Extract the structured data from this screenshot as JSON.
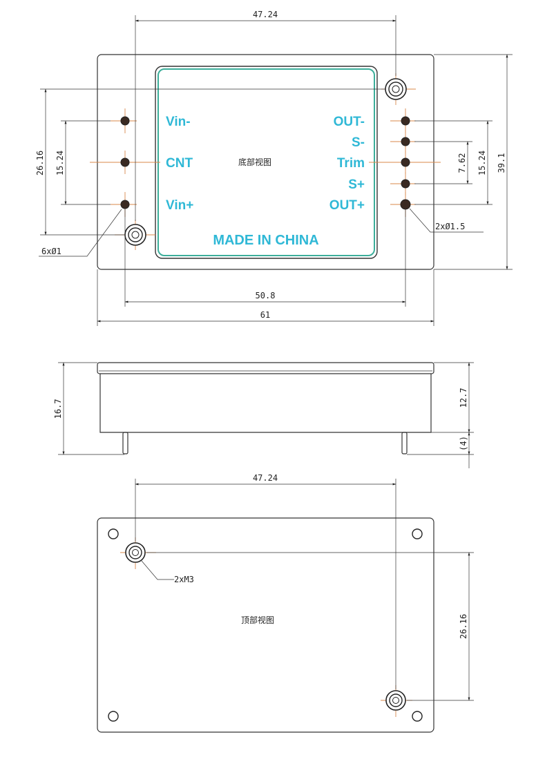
{
  "bottom_view": {
    "label": "底部视图",
    "pins_left": [
      "Vin-",
      "CNT",
      "Vin+"
    ],
    "pins_right": [
      "OUT-",
      "S-",
      "Trim",
      "S+",
      "OUT+"
    ],
    "made_in": "MADE IN CHINA",
    "dims": {
      "top_width": "47.24",
      "left_outer": "26.16",
      "left_inner": "15.24",
      "right_inner_small": "7.62",
      "right_inner": "15.24",
      "right_height": "39.1",
      "pin_span": "50.8",
      "total_width": "61"
    },
    "callouts": {
      "small_pins": "6xØ1",
      "large_pins": "2xØ1.5"
    }
  },
  "side_view": {
    "dims": {
      "total_height": "16.7",
      "body_height": "12.7",
      "pin_length": "(4)"
    }
  },
  "top_view": {
    "label": "顶部视图",
    "dims": {
      "top_width": "47.24",
      "right_height": "26.16"
    },
    "callouts": {
      "mount_holes": "2xM3"
    }
  },
  "colors": {
    "pin_label": "#2fb8d6",
    "label_frame": "#3cae9a",
    "center_line": "#d8874a"
  }
}
